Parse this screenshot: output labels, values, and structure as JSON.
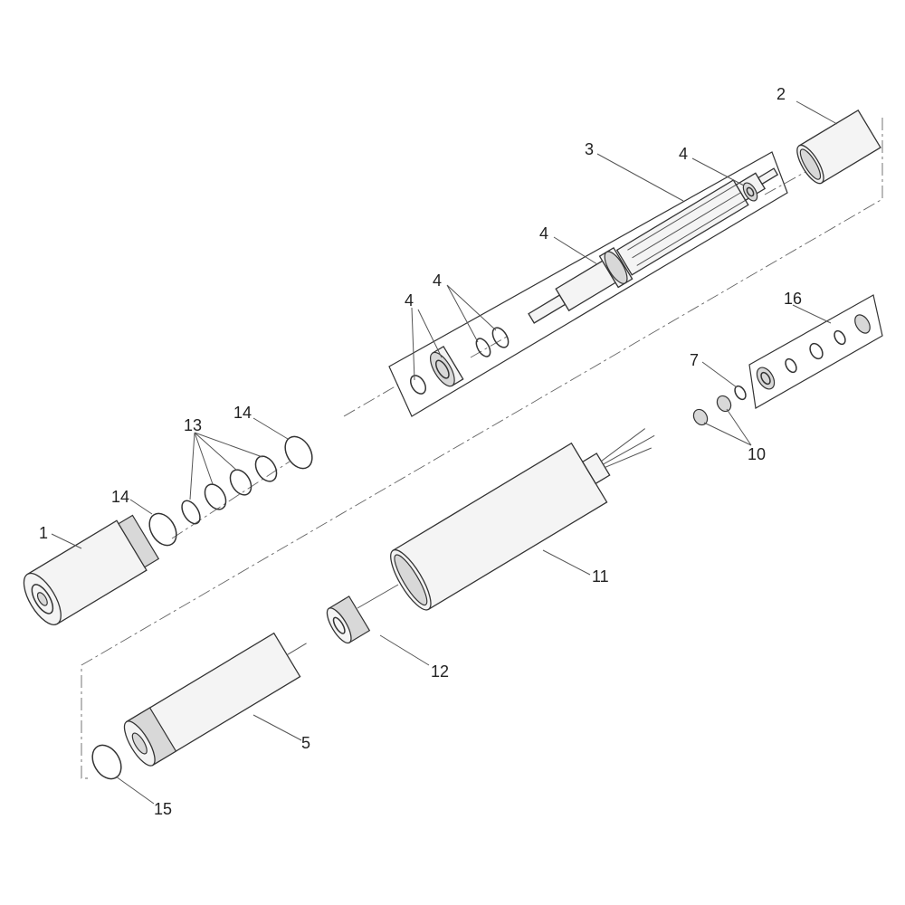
{
  "diagram": {
    "type": "exploded-parts-view",
    "labels": {
      "l1": "1",
      "l2": "2",
      "l3": "3",
      "l4a": "4",
      "l4b": "4",
      "l4c": "4",
      "l4d": "4",
      "l5": "5",
      "l7": "7",
      "l10": "10",
      "l11": "11",
      "l12": "12",
      "l13": "13",
      "l14a": "14",
      "l14b": "14",
      "l15": "15",
      "l16": "16"
    }
  }
}
